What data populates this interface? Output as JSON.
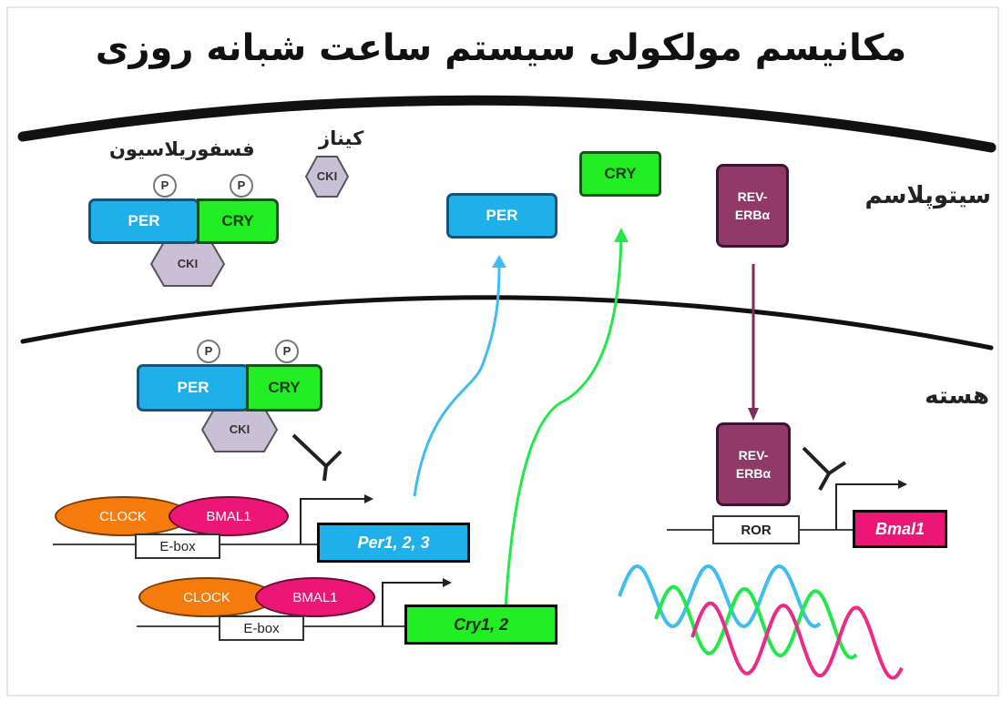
{
  "title": "مکانیسم مولکولی سیستم ساعت شبانه روزی",
  "labels": {
    "cytoplasm": "سیتوپلاسم",
    "nucleus": "هسته",
    "phosphorylation": "فسفوریلاسیون",
    "kinase": "کیناز"
  },
  "proteins": {
    "per": "PER",
    "cry": "CRY",
    "ck": "CKI",
    "p": "P",
    "rev_erb": "REV-ERBα",
    "clock": "CLOCK",
    "bmal1": "BMAL1"
  },
  "elements": {
    "ebox": "E-box",
    "ror": "ROR"
  },
  "genes": {
    "per": "Per1, 2, 3",
    "cry": "Cry1, 2",
    "bmal1": "Bmal1"
  },
  "colors": {
    "per": "#1fb0ea",
    "cry": "#23ee23",
    "ck": "#c9c0d6",
    "rev_erb": "#913a6a",
    "clock": "#f57c0c",
    "bmal1": "#eb1675",
    "wave_blue": "#3fbdf0",
    "wave_green": "#22e84a",
    "wave_pink": "#eb2b86"
  }
}
